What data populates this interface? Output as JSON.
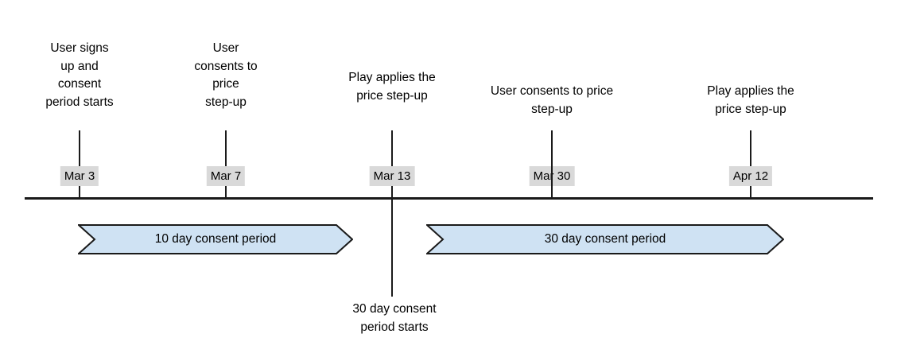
{
  "diagram": {
    "type": "timeline",
    "events": [
      {
        "date": "Mar 3",
        "label": "User signs\nup and\nconsent\nperiod starts"
      },
      {
        "date": "Mar 7",
        "label": "User\nconsents to\nprice\nstep-up"
      },
      {
        "date": "Mar 13",
        "label": "Play applies the\nprice step-up",
        "below_label": "30 day consent\nperiod starts"
      },
      {
        "date": "Mar 30",
        "label": "User consents to price\nstep-up"
      },
      {
        "date": "Apr 12",
        "label": "Play applies the\nprice step-up"
      }
    ],
    "periods": [
      {
        "label": "10 day consent period"
      },
      {
        "label": "30 day consent period"
      }
    ],
    "colors": {
      "period_fill": "#cfe2f3",
      "period_border": "#1a1a1a",
      "date_badge_bg": "#d9d9d9",
      "line": "#000000",
      "text": "#000000"
    }
  }
}
